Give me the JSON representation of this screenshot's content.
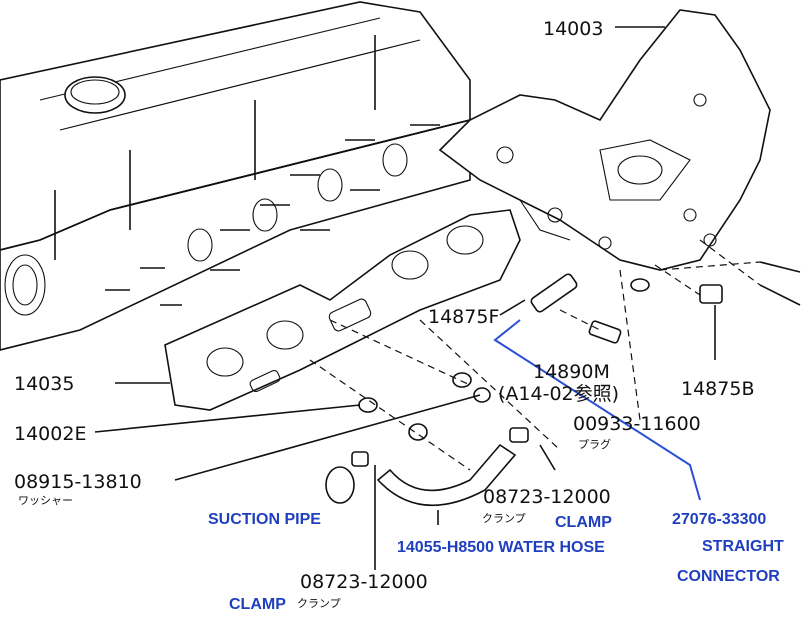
{
  "labels": {
    "p14003": "14003",
    "p14875F": "14875F",
    "p14890M": "14890M",
    "pA14": "(A14-02参照)",
    "p00933": "00933-11600",
    "plug_jp": "プラグ",
    "p14875B": "14875B",
    "p14035": "14035",
    "p14002E": "14002E",
    "p08915": "08915-13810",
    "washer_jp": "ワッシャー",
    "p08723a": "08723-12000",
    "clamp_jp_a": "クランプ",
    "p08723b": "08723-12000",
    "clamp_jp_b": "クランプ"
  },
  "annotations": {
    "suction_pipe": "SUCTION PIPE",
    "clamp_a": "CLAMP",
    "water_hose": "14055-H8500 WATER HOSE",
    "clamp_b": "CLAMP",
    "connector_pn": "27076-33300",
    "connector_l1": "STRAIGHT",
    "connector_l2": "CONNECTOR"
  },
  "colors": {
    "annotation_blue": "#1f3fbf",
    "line": "#111111"
  }
}
